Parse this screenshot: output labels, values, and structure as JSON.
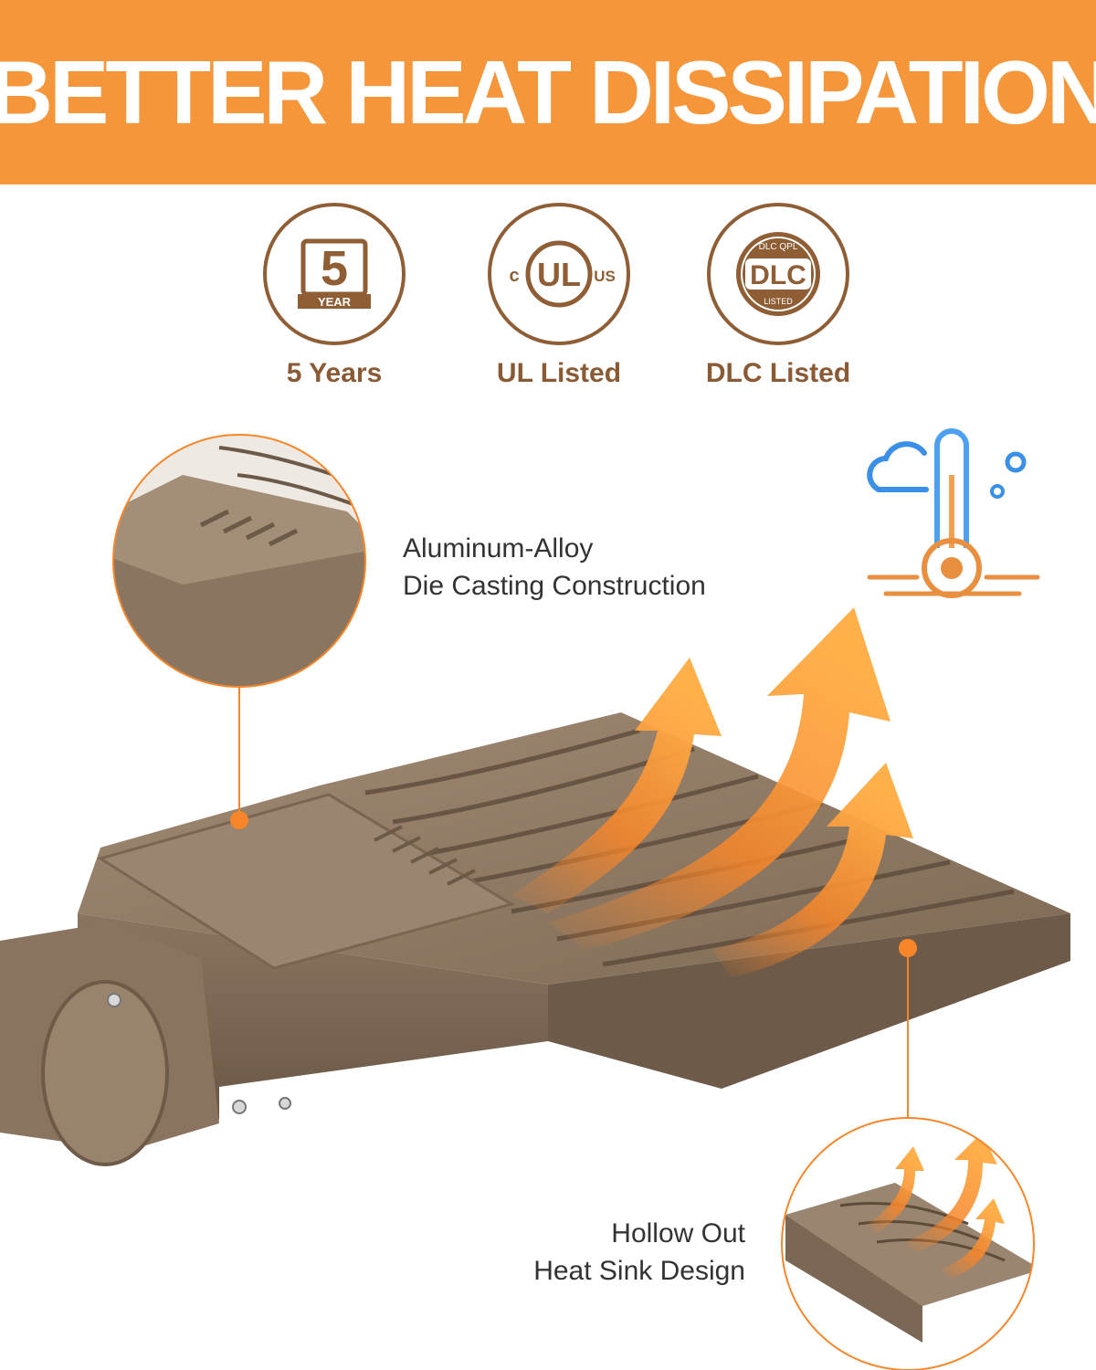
{
  "banner": {
    "title": "BETTER HEAT DISSIPATION"
  },
  "certifications": [
    {
      "label": "5 Years",
      "badge_number": "5",
      "badge_text": "YEAR",
      "icon": "warranty-5-year-icon"
    },
    {
      "label": "UL Listed",
      "badge_left": "c",
      "badge_mark": "UL",
      "badge_right": "US",
      "icon": "ul-listed-icon"
    },
    {
      "label": "DLC Listed",
      "badge_top": "DLC QPL",
      "badge_mark": "DLC",
      "badge_bottom": "LISTED",
      "icon": "dlc-listed-icon"
    }
  ],
  "features": {
    "housing": {
      "line1": "Aluminum-Alloy",
      "line2": "Die Casting Construction"
    },
    "heatsink": {
      "line1": "Hollow Out",
      "line2": "Heat Sink Design"
    }
  },
  "colors": {
    "banner": "#f6963a",
    "brand_brown": "#8f5e35",
    "housing": "#8a7560",
    "accent_orange": "#f7862a",
    "thermo_blue": "#3a8fe6"
  }
}
